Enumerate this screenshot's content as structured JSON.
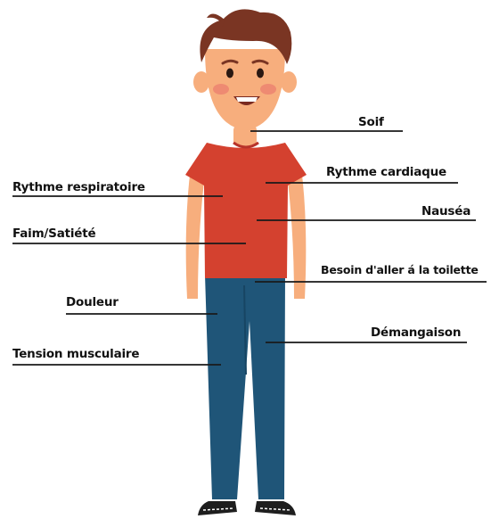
{
  "labels": {
    "soif": "Soif",
    "rythme_respiratoire": "Rythme respiratoire",
    "rythme_cardiaque": "Rythme cardiaque",
    "nausea": "Nauséa",
    "faim_satiete": "Faim/Satiété",
    "besoin": "Besoin d'aller á la toilette",
    "douleur": "Douleur",
    "demangaison": "Démangaison",
    "tension": "Tension musculaire"
  },
  "colors": {
    "skin": "#f7ae7d",
    "hair": "#7a3523",
    "shirt": "#d4412f",
    "pants": "#1f5578",
    "leader_line": "#1a1a1a",
    "shoe": "#1e1e1e"
  }
}
